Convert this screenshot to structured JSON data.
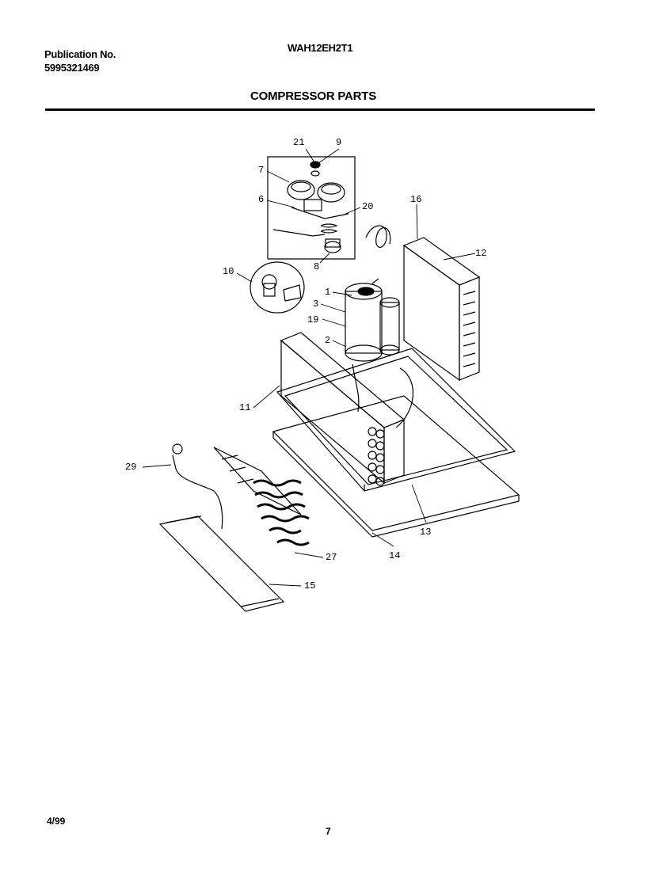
{
  "header": {
    "publication_label": "Publication No.",
    "publication_number": "5995321469",
    "model": "WAH12EH2T1",
    "section_title": "COMPRESSOR PARTS"
  },
  "footer": {
    "date": "4/99",
    "page": "7"
  },
  "callouts": [
    {
      "id": "c21",
      "text": "21"
    },
    {
      "id": "c9",
      "text": "9"
    },
    {
      "id": "c7",
      "text": "7"
    },
    {
      "id": "c6",
      "text": "6"
    },
    {
      "id": "c20",
      "text": "20"
    },
    {
      "id": "c16",
      "text": "16"
    },
    {
      "id": "c12",
      "text": "12"
    },
    {
      "id": "c8",
      "text": "8"
    },
    {
      "id": "c10",
      "text": "10"
    },
    {
      "id": "c1",
      "text": "1"
    },
    {
      "id": "c3",
      "text": "3"
    },
    {
      "id": "c19",
      "text": "19"
    },
    {
      "id": "c2",
      "text": "2"
    },
    {
      "id": "c11",
      "text": "11"
    },
    {
      "id": "c29",
      "text": "29"
    },
    {
      "id": "c13",
      "text": "13"
    },
    {
      "id": "c14",
      "text": "14"
    },
    {
      "id": "c27",
      "text": "27"
    },
    {
      "id": "c15",
      "text": "15"
    }
  ]
}
